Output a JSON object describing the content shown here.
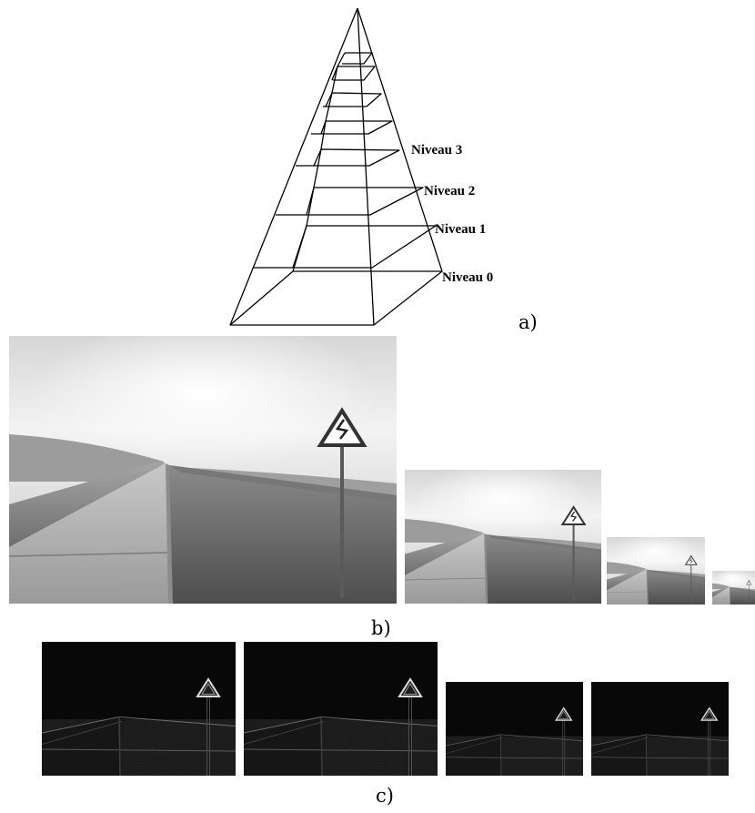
{
  "pyramid": {
    "levels": [
      "Niveau 3",
      "Niveau 2",
      "Niveau 1",
      "Niveau 0"
    ]
  },
  "panels": {
    "a": "a)",
    "b": "b)",
    "c": "c)"
  }
}
